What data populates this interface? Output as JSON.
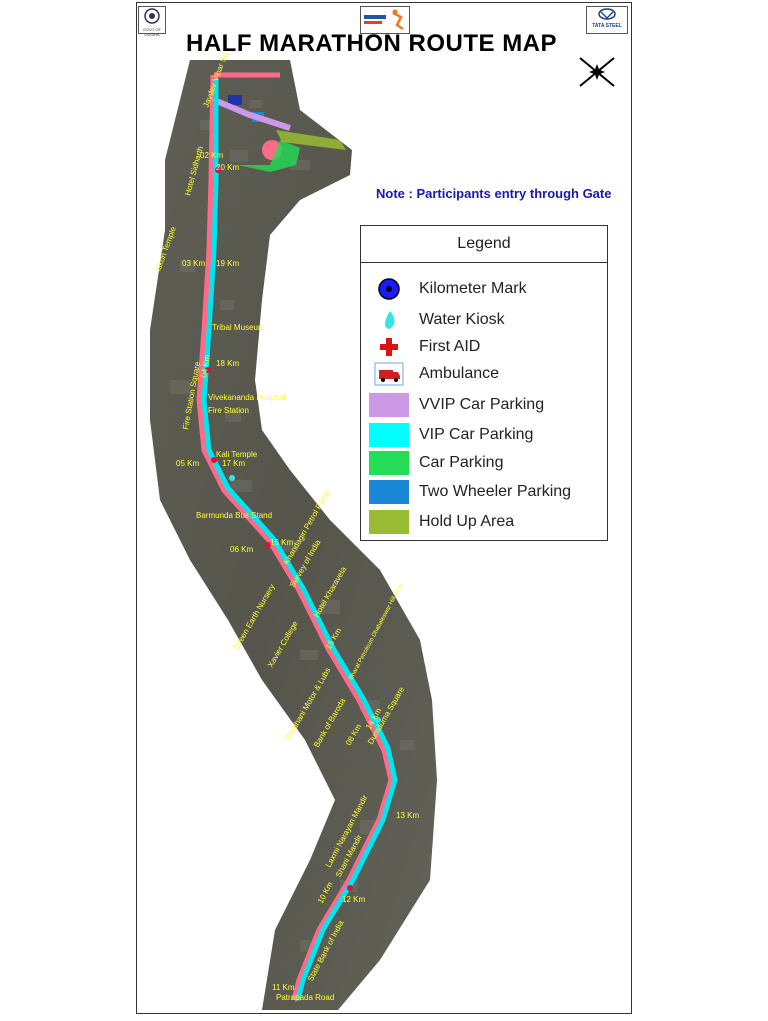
{
  "title": "HALF MARATHON ROUTE MAP",
  "note": "Note : Participants entry through Gate",
  "logos": {
    "left_caption": "GOVT OF ODISHA",
    "right_caption": "TATA STEEL"
  },
  "legend": {
    "title": "Legend",
    "items": [
      {
        "label": "Kilometer Mark",
        "icon": "kilometer-mark-icon",
        "color": "#1a1aff"
      },
      {
        "label": "Water Kiosk",
        "icon": "water-drop-icon",
        "color": "#33e6e6"
      },
      {
        "label": "First AID",
        "icon": "red-cross-icon",
        "color": "#e01010"
      },
      {
        "label": "Ambulance",
        "icon": "ambulance-icon",
        "color": "#cc2222"
      },
      {
        "label": "VVIP Car Parking",
        "color": "#cc99e6"
      },
      {
        "label": "VIP Car Parking",
        "color": "#00ffff"
      },
      {
        "label": "Car Parking",
        "color": "#22dd55"
      },
      {
        "label": "Two Wheeler Parking",
        "color": "#1a88d6"
      },
      {
        "label": "Hold Up Area",
        "color": "#99bb33"
      }
    ]
  },
  "places": {
    "jayadev_vihar": "Jaydev Vihar Sq.",
    "hotel_sidharth": "Hotel Sidharth",
    "iskon_temple": "Iskon Temple",
    "tribal_museum": "Tribal Museum",
    "fire_station_square": "Fire Station Square",
    "vivekananda_hospital": "Vivekananda Hospital",
    "fire_station": "Fire Station",
    "kali_temple": "Kali Temple",
    "barmunda_bus_stand": "Barmunda Bus Stand",
    "green_earth_nursery": "Green Earth Nursery",
    "xavier_college": "Xavier College",
    "survey_of_india": "Survey of India",
    "hotel_kharavela": "Hotel Kharavela",
    "khandagiri_petrol_pump": "Khandagiri Petrol Pump",
    "bharat_petroleum": "Bharat Petroleum Dhabaleswar Hill Emp.",
    "rajdhani_motor": "Rajdhani Motor & Lubs",
    "bank_of_baroda": "Bank of Baroda",
    "dumduma_square": "Dumduma Square",
    "laxmi_narayan_mandir": "Laxmi Narayan Mandir",
    "shani_mandir": "Shani Mandir",
    "state_bank_of_india": "State Bank of India",
    "patrapada_road": "Patrapada Road"
  },
  "km_marks": {
    "k02": "02 Km",
    "k20": "20 Km",
    "k03": "03 Km",
    "k19": "19 Km",
    "k04": "04 Km",
    "k18": "18 Km",
    "k05": "05 Km",
    "k17": "17 Km",
    "k06": "06 Km",
    "k16": "16 Km",
    "k15": "15 Km",
    "k08": "08 Km",
    "k14": "14 Km",
    "k13": "13 Km",
    "k10": "10 Km",
    "k12": "12 Km",
    "k11": "11 Km"
  },
  "colors": {
    "route": "#00e5ee",
    "route_edge": "#ff6a8a",
    "terrain": "#5a5a50",
    "labels": "#ffff33"
  }
}
